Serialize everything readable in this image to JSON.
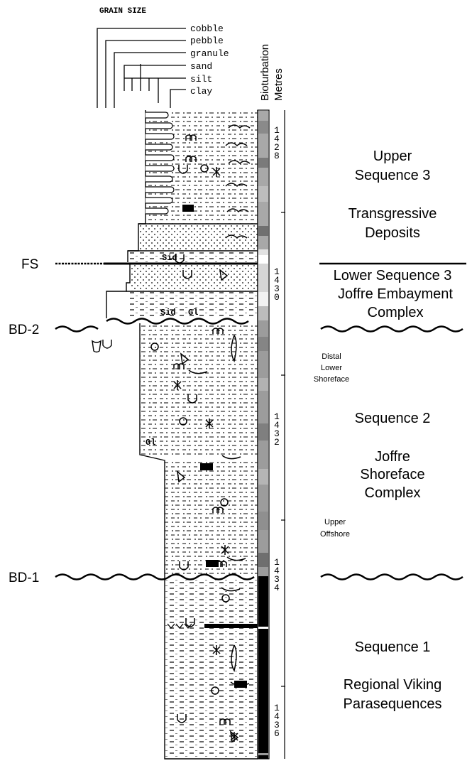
{
  "grain_size": {
    "title": "GRAIN SIZE",
    "classes": [
      "cobble",
      "pebble",
      "granule",
      "sand",
      "silt",
      "clay"
    ]
  },
  "columns": {
    "bioturbation": "Bioturbation",
    "metres": "Metres"
  },
  "surfaces": [
    {
      "label": "FS",
      "style": "straight"
    },
    {
      "label": "BD-2",
      "style": "wavy"
    },
    {
      "label": "BD-1",
      "style": "wavy"
    }
  ],
  "lithology_labels": [
    "Sid",
    "Sid",
    "Gl",
    "Gl"
  ],
  "depths": [
    {
      "digits": [
        "1",
        "4",
        "2",
        "8"
      ]
    },
    {
      "digits": [
        "1",
        "4",
        "3",
        "0"
      ]
    },
    {
      "digits": [
        "1",
        "4",
        "3",
        "2"
      ]
    },
    {
      "digits": [
        "1",
        "4",
        "3",
        "4"
      ]
    },
    {
      "digits": [
        "1",
        "4",
        "3",
        "6"
      ]
    }
  ],
  "facies": {
    "distal": [
      "Distal",
      "Lower",
      "Shoreface"
    ],
    "upper_offshore": [
      "Upper",
      "Offshore"
    ]
  },
  "sequences": [
    {
      "lines": [
        "Upper",
        "Sequence  3",
        "",
        "Transgressive",
        "Deposits"
      ]
    },
    {
      "lines": [
        "Lower Sequence  3",
        "Joffre Embayment",
        "Complex"
      ]
    },
    {
      "lines": [
        "Sequence  2",
        "",
        "Joffre",
        "Shoreface",
        "Complex"
      ]
    },
    {
      "lines": [
        "Sequence  1",
        "",
        "Regional Viking",
        "Parasequences"
      ]
    }
  ],
  "colors": {
    "ink": "#000000",
    "bioturbation_light": "#e6e6e6",
    "bioturbation_mid": "#9a9a9a",
    "bioturbation_dark": "#000000"
  }
}
